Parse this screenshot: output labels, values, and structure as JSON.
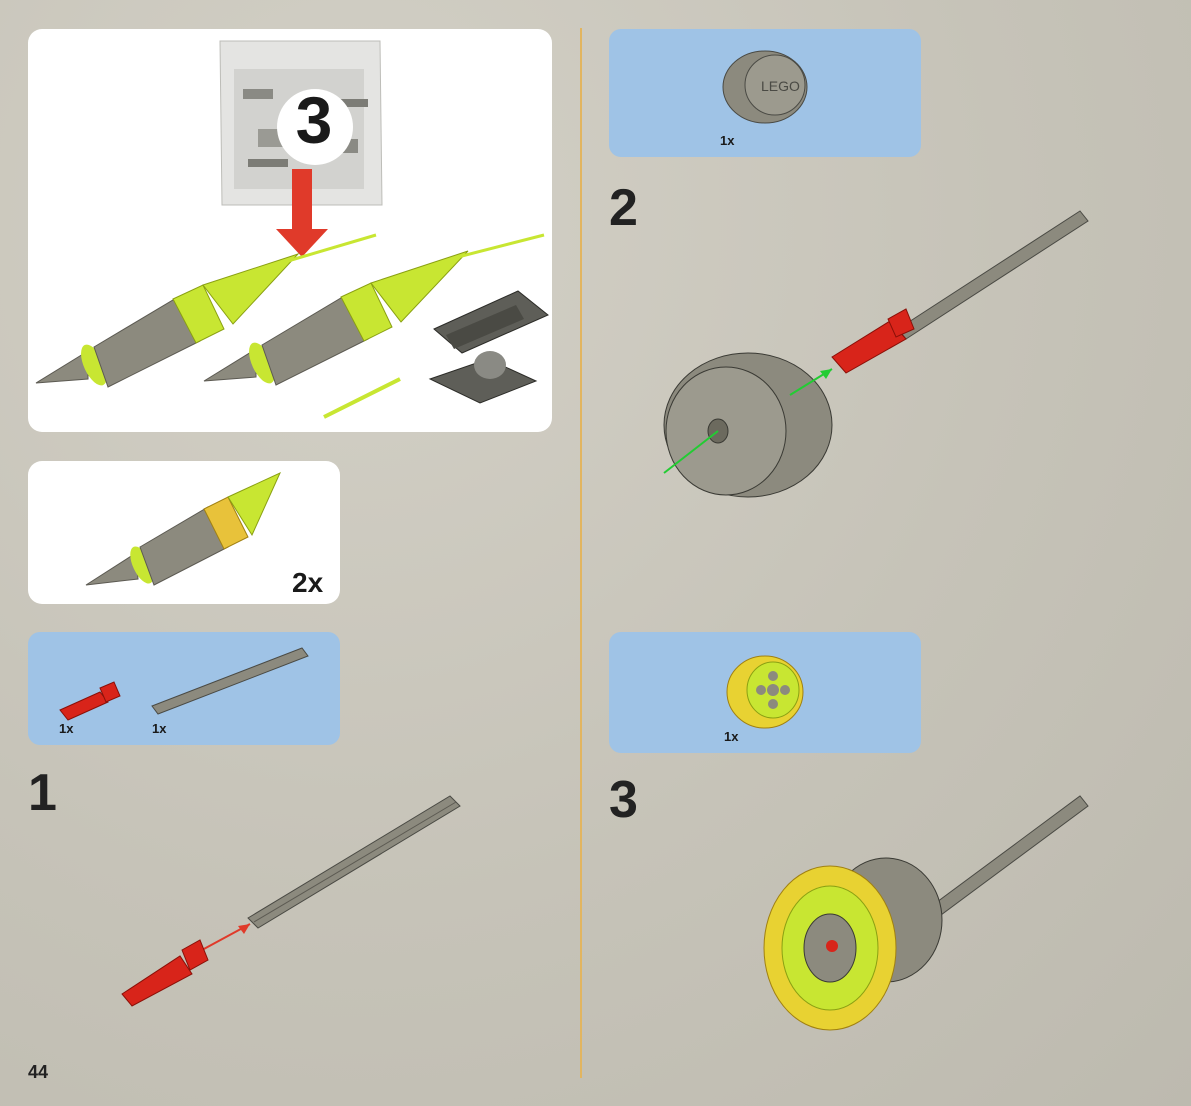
{
  "bag": {
    "number": "3"
  },
  "subassembly": {
    "multiplier": "2x"
  },
  "colors": {
    "panel_blue": "#9fc3e6",
    "divider": "#e2b560",
    "lime": "#c8e632",
    "gray": "#8c8a7e",
    "red": "#d8241a",
    "arrow_red": "#e03a2a",
    "arrow_green": "#22cc33"
  },
  "steps": [
    {
      "number": "1",
      "parts": [
        {
          "name": "red-connector-pin",
          "qty": "1x"
        },
        {
          "name": "gray-axle",
          "qty": "1x"
        }
      ]
    },
    {
      "number": "2",
      "parts": [
        {
          "name": "gray-wheel-hub",
          "qty": "1x"
        }
      ]
    },
    {
      "number": "3",
      "parts": [
        {
          "name": "yellow-tire-rim",
          "qty": "1x"
        }
      ]
    }
  ],
  "page": {
    "number": "44"
  }
}
